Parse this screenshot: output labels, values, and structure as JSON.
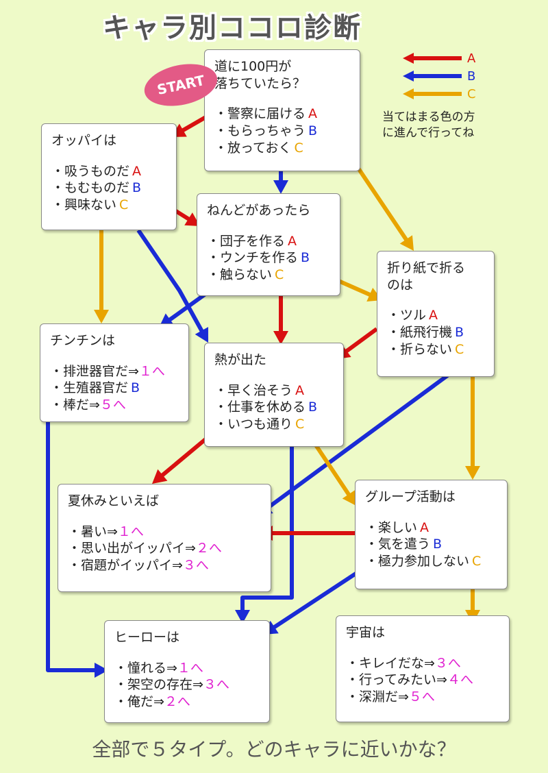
{
  "title": "キャラ別ココロ診断",
  "start_label": "START",
  "legend": {
    "items": [
      {
        "label": "A",
        "color": "#d81010"
      },
      {
        "label": "B",
        "color": "#1a2bd6"
      },
      {
        "label": "C",
        "color": "#e8a400"
      }
    ],
    "note": "当てはまる色の方\nに進んで行ってね"
  },
  "colors": {
    "A": "#d81010",
    "B": "#1a2bd6",
    "C": "#e8a400",
    "result": "#e020d0",
    "background": "#eefac8"
  },
  "nodes": {
    "start": {
      "question": "道に100円が\n落ちていたら？",
      "options": [
        {
          "text": "・警察に届ける",
          "key": "A"
        },
        {
          "text": "・もらっちゃう",
          "key": "B"
        },
        {
          "text": "・放っておく",
          "key": "C"
        }
      ]
    },
    "oppai": {
      "question": "オッパイは",
      "options": [
        {
          "text": "・吸うものだ",
          "key": "A"
        },
        {
          "text": "・もむものだ",
          "key": "B"
        },
        {
          "text": "・興味ない",
          "key": "C"
        }
      ]
    },
    "nenndo": {
      "question": "ねんどがあったら",
      "options": [
        {
          "text": "・団子を作る",
          "key": "A"
        },
        {
          "text": "・ウンチを作る",
          "key": "B"
        },
        {
          "text": "・触らない",
          "key": "C"
        }
      ]
    },
    "origami": {
      "question": "折り紙で折る\nのは",
      "options": [
        {
          "text": "・ツル",
          "key": "A"
        },
        {
          "text": "・紙飛行機",
          "key": "B"
        },
        {
          "text": "・折らない",
          "key": "C"
        }
      ]
    },
    "chinchin": {
      "question": "チンチンは",
      "options": [
        {
          "text": "・排泄器官だ⇒",
          "result": "１へ"
        },
        {
          "text": "・生殖器官だ",
          "key": "B"
        },
        {
          "text": "・棒だ⇒",
          "result": "５へ"
        }
      ]
    },
    "netsu": {
      "question": "熱が出た",
      "options": [
        {
          "text": "・早く治そう",
          "key": "A"
        },
        {
          "text": "・仕事を休める",
          "key": "B"
        },
        {
          "text": "・いつも通り",
          "key": "C"
        }
      ]
    },
    "natsu": {
      "question": "夏休みといえば",
      "options": [
        {
          "text": "・暑い⇒",
          "result": "１へ"
        },
        {
          "text": "・思い出がイッパイ⇒",
          "result": "２へ"
        },
        {
          "text": "・宿題がイッパイ⇒",
          "result": "３へ"
        }
      ]
    },
    "group": {
      "question": "グループ活動は",
      "options": [
        {
          "text": "・楽しい",
          "key": "A"
        },
        {
          "text": "・気を遣う",
          "key": "B"
        },
        {
          "text": "・極力参加しない",
          "key": "C"
        }
      ]
    },
    "hero": {
      "question": "ヒーローは",
      "options": [
        {
          "text": "・憧れる⇒",
          "result": "１へ"
        },
        {
          "text": "・架空の存在⇒",
          "result": "３へ"
        },
        {
          "text": "・俺だ⇒",
          "result": "２へ"
        }
      ]
    },
    "uchu": {
      "question": "宇宙は",
      "options": [
        {
          "text": "・キレイだな⇒",
          "result": "３へ"
        },
        {
          "text": "・行ってみたい⇒",
          "result": "４へ"
        },
        {
          "text": "・深淵だ⇒",
          "result": "５へ"
        }
      ]
    }
  },
  "footer": "全部で５タイプ。どのキャラに近いかな？"
}
